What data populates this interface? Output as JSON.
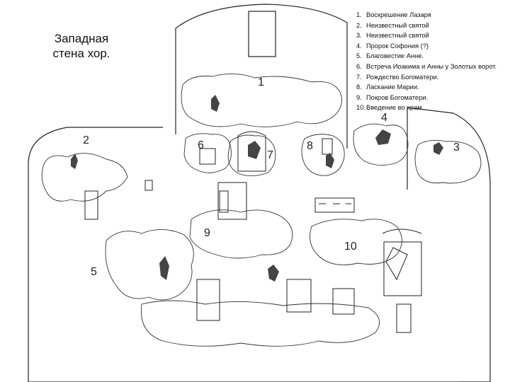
{
  "title": {
    "line1": "Западная",
    "line2": "стена хор."
  },
  "legend": [
    {
      "num": "1.",
      "text": "Воскрешение Лазаря"
    },
    {
      "num": "2.",
      "text": "Неизвестный святой"
    },
    {
      "num": "3.",
      "text": "Неизвестный святой"
    },
    {
      "num": "4.",
      "text": "Пророк Софония (?)"
    },
    {
      "num": "5.",
      "text": "Благовестие Анне."
    },
    {
      "num": "6.",
      "text": "Встреча Иоакима и Анны у Золотых ворот."
    },
    {
      "num": "7.",
      "text": "Рождество Богоматери."
    },
    {
      "num": "8.",
      "text": "Ласкание Марии."
    },
    {
      "num": "9.",
      "text": "Покров Богоматери."
    },
    {
      "num": "10.",
      "text": "Введение во храм."
    }
  ],
  "markers": [
    "1",
    "2",
    "3",
    "4",
    "5",
    "6",
    "7",
    "8",
    "9",
    "10"
  ],
  "colors": {
    "line": "#222222",
    "background": "#ffffff"
  }
}
